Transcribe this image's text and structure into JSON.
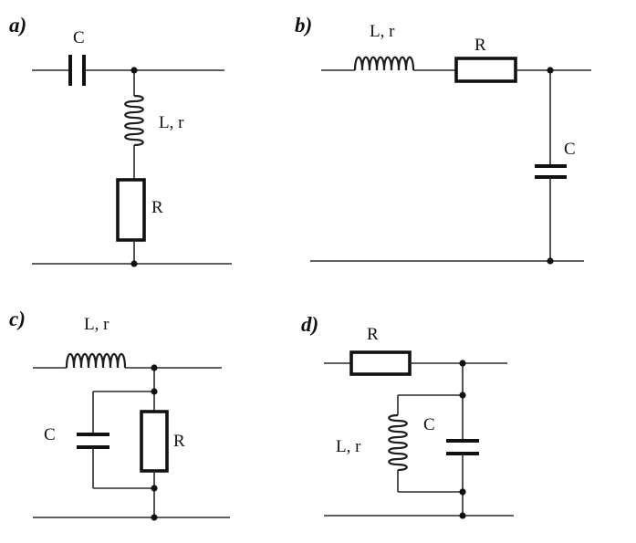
{
  "panels": {
    "a": {
      "label": "a)",
      "capacitor": "C",
      "inductor": "L, r",
      "resistor": "R"
    },
    "b": {
      "label": "b)",
      "capacitor": "C",
      "inductor": "L, r",
      "resistor": "R"
    },
    "c": {
      "label": "c)",
      "capacitor": "C",
      "inductor": "L, r",
      "resistor": "R"
    },
    "d": {
      "label": "d)",
      "capacitor": "C",
      "inductor": "L, r",
      "resistor": "R"
    }
  }
}
